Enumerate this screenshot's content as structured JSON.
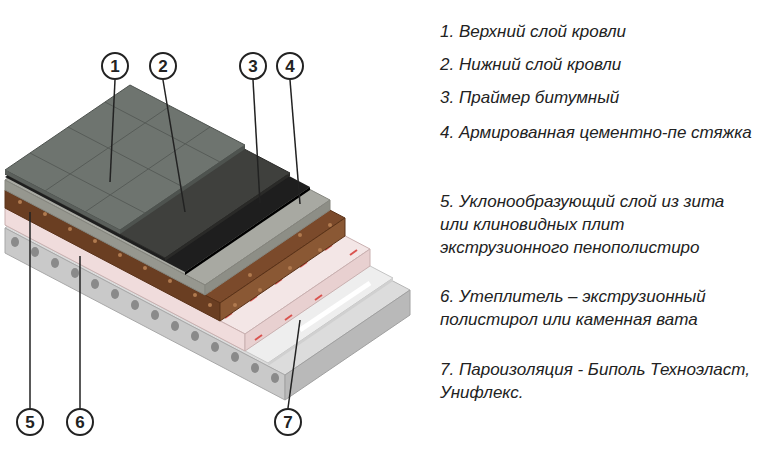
{
  "diagram": {
    "nodes": [
      {
        "text": [
          "1"
        ]
      },
      {
        "text": [
          "2"
        ]
      },
      {
        "text": [
          "3"
        ]
      },
      {
        "text": [
          "4"
        ]
      },
      {
        "text": [
          "5"
        ]
      },
      {
        "text": [
          "6"
        ]
      },
      {
        "text": [
          "7"
        ]
      }
    ],
    "labels": [
      "1. Верхний слой кровли",
      "2. Нижний слой кровли",
      "3. Праймер битумный",
      "4. Армированная цементно-пе стяжка",
      "5. Уклонообразующий слой из зита или клиновидных плит экструзионного пенополистиро",
      "6. Утеплитель – экструзионный полистирол или каменная вата",
      "7. Пароизоляция - Биполь Техноэласт, Унифлекс."
    ]
  }
}
